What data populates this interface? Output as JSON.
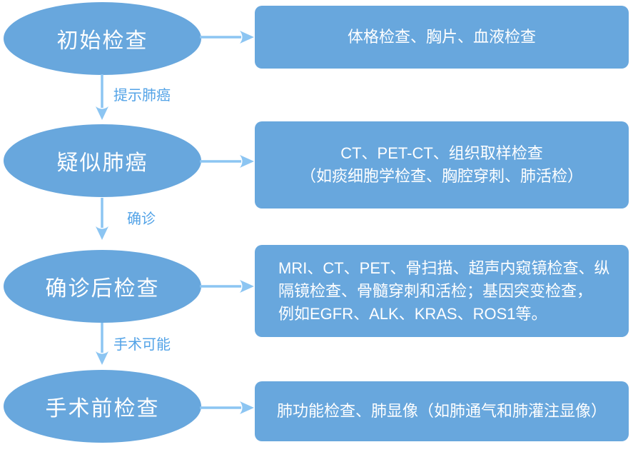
{
  "colors": {
    "background": "#FFFFFF",
    "shape_fill": "#68A7DD",
    "shape_text": "#FFFFFF",
    "arrow": "#8CC5F2",
    "connector_label_text": "#53A3E7"
  },
  "flow": {
    "rows": [
      {
        "stage": "初始检查",
        "detail_lines": [
          "体格检查、胸片、血液检查"
        ]
      },
      {
        "stage": "疑似肺癌",
        "detail_lines": [
          "CT、PET-CT、组织取样检查",
          "（如痰细胞学检查、胸腔穿刺、肺活检）"
        ]
      },
      {
        "stage": "确诊后检查",
        "detail_lines": [
          "MRI、CT、PET、骨扫描、超声内窥镜检查、纵",
          "隔镜检查、骨髓穿刺和活检；基因突变检查，",
          "例如EGFR、ALK、KRAS、ROS1等。"
        ]
      },
      {
        "stage": "手术前检查",
        "detail_lines": [
          "肺功能检查、肺显像（如肺通气和肺灌注显像）"
        ]
      }
    ],
    "connectors": [
      "提示肺癌",
      "确诊",
      "手术可能"
    ]
  }
}
